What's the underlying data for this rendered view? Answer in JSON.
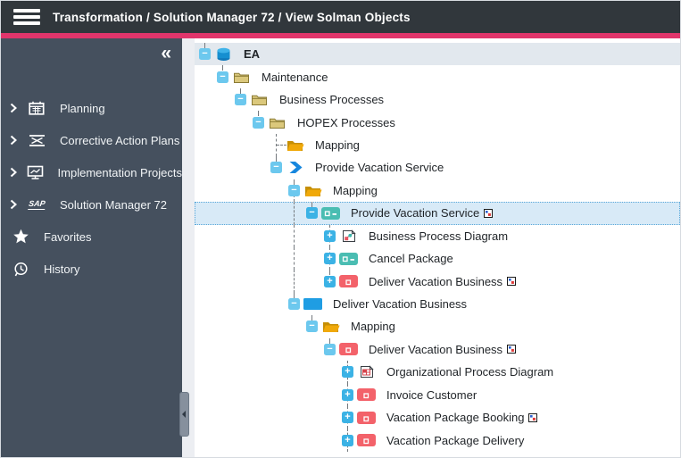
{
  "header": {
    "breadcrumb": "Transformation / Solution Manager 72 / View Solman Objects"
  },
  "sidebar": {
    "collapse_icon": "«",
    "items": [
      {
        "label": "Planning",
        "icon": "calendar-icon",
        "chevron": true
      },
      {
        "label": "Corrective Action Plans",
        "icon": "corrective-actions-icon",
        "chevron": true
      },
      {
        "label": "Implementation Projects",
        "icon": "implementation-projects-icon",
        "chevron": true
      },
      {
        "label": "Solution Manager 72",
        "icon": "sap-icon",
        "chevron": true
      },
      {
        "label": "Favorites",
        "icon": "star-icon",
        "chevron": false
      },
      {
        "label": "History",
        "icon": "history-icon",
        "chevron": false
      }
    ]
  },
  "tree": {
    "rows": [
      {
        "label": "EA",
        "level": 0,
        "expander": "minus",
        "icon": "database-icon",
        "bold": true,
        "band": true,
        "tick": true
      },
      {
        "label": "Maintenance",
        "level": 1,
        "expander": "minus",
        "icon": "folder-closed-icon",
        "tick": true
      },
      {
        "label": "Business Processes",
        "level": 2,
        "expander": "minus",
        "icon": "folder-closed-icon",
        "tick": true
      },
      {
        "label": "HOPEX Processes",
        "level": 3,
        "expander": "minus",
        "icon": "folder-closed-icon",
        "tick": true
      },
      {
        "label": "Mapping",
        "level": 4,
        "expander": "none",
        "icon": "folder-open-icon",
        "hline": true,
        "guides": [
          4
        ]
      },
      {
        "label": "Provide Vacation Service",
        "level": 4,
        "expander": "minus",
        "icon": "chevron-node-icon",
        "tick": true
      },
      {
        "label": "Mapping",
        "level": 5,
        "expander": "minus",
        "icon": "folder-open-icon",
        "tick": true,
        "guideBottom": [
          5
        ]
      },
      {
        "label": "Provide Vacation Service",
        "level": 6,
        "expander": "minus",
        "icon": "process-teal-icon",
        "badge": true,
        "selected": true,
        "tick": true,
        "guides": [
          5
        ]
      },
      {
        "label": "Business Process Diagram",
        "level": 7,
        "expander": "plus",
        "icon": "bp-diagram-icon",
        "guides": [
          5,
          7
        ]
      },
      {
        "label": "Cancel Package",
        "level": 7,
        "expander": "plus",
        "icon": "process-teal-icon",
        "guides": [
          5,
          7
        ]
      },
      {
        "label": "Deliver Vacation Business",
        "level": 7,
        "expander": "plus",
        "icon": "process-red-icon",
        "badge": true,
        "tick": true,
        "guides": [
          5
        ]
      },
      {
        "label": "Deliver Vacation Business",
        "level": 5,
        "expander": "minus",
        "icon": "rect-blue-icon",
        "tick": true
      },
      {
        "label": "Mapping",
        "level": 6,
        "expander": "minus",
        "icon": "folder-open-icon",
        "tick": true
      },
      {
        "label": "Deliver Vacation Business",
        "level": 7,
        "expander": "minus",
        "icon": "process-red-icon",
        "badge": true,
        "tick": true
      },
      {
        "label": "Organizational Process Diagram",
        "level": 8,
        "expander": "plus",
        "icon": "org-diagram-icon",
        "guides": [
          8
        ]
      },
      {
        "label": "Invoice Customer",
        "level": 8,
        "expander": "plus",
        "icon": "process-red-icon",
        "guides": [
          8
        ]
      },
      {
        "label": "Vacation Package Booking",
        "level": 8,
        "expander": "plus",
        "icon": "process-red-icon",
        "badge": true,
        "guides": [
          8
        ]
      },
      {
        "label": "Vacation Package Delivery",
        "level": 8,
        "expander": "plus",
        "icon": "process-red-icon",
        "guides": [
          8
        ]
      }
    ]
  },
  "colors": {
    "accent": "#e1356b",
    "header_bg": "#31373c",
    "sidebar_bg": "#45505e",
    "selection_bg": "#d8eaf7",
    "expander_minus": "#6cc8ee",
    "expander_plus": "#3bb2e5",
    "node_teal": "#4abdb2",
    "node_red": "#f3626a",
    "node_blue": "#1f9de3",
    "folder_gold": "#f0a90a",
    "folder_khaki": "#dbc87c",
    "database_blue": "#168fd0"
  }
}
